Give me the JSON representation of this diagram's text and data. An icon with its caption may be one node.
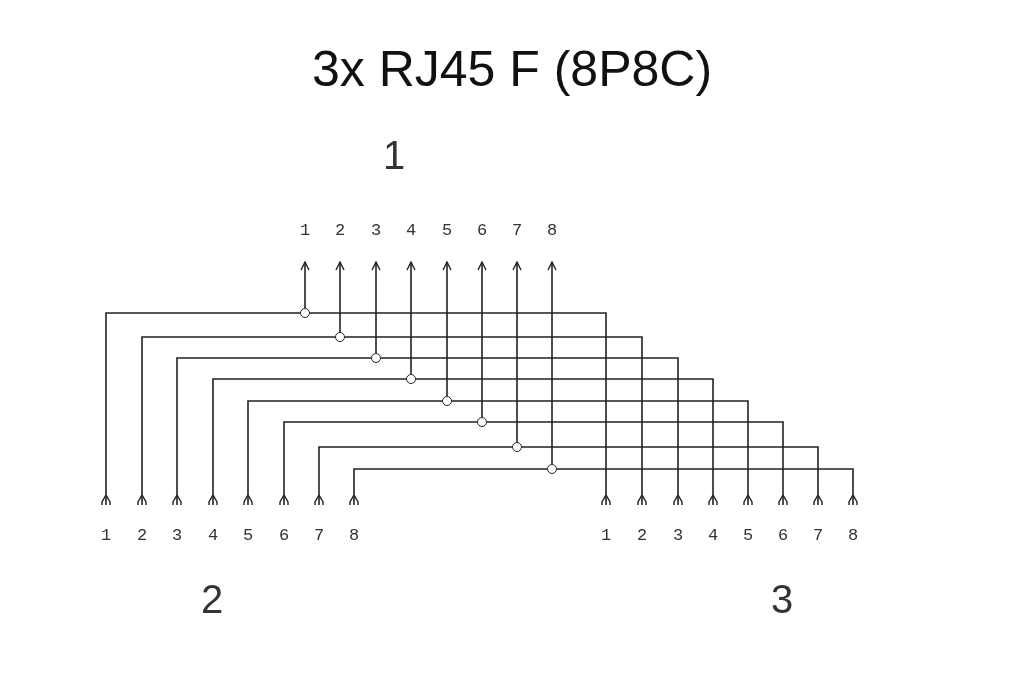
{
  "diagram": {
    "title": "3x RJ45 F (8P8C)",
    "nodes": [
      {
        "text": [
          "1"
        ]
      },
      {
        "text": [
          "2"
        ]
      },
      {
        "text": [
          "3"
        ]
      },
      {
        "text": [
          "4"
        ]
      },
      {
        "text": [
          "5"
        ]
      },
      {
        "text": [
          "6"
        ]
      },
      {
        "text": [
          "7"
        ]
      },
      {
        "text": [
          "8"
        ]
      },
      {
        "text": [],
        "shape": "circle"
      },
      {
        "text": [],
        "shape": "circle"
      },
      {
        "text": [],
        "shape": "circle"
      },
      {
        "text": [],
        "shape": "circle"
      },
      {
        "text": [],
        "shape": "circle"
      },
      {
        "text": [],
        "shape": "circle"
      },
      {
        "text": [],
        "shape": "circle"
      },
      {
        "text": [],
        "shape": "circle"
      },
      {
        "text": [
          "1"
        ]
      },
      {
        "text": [
          "2"
        ]
      },
      {
        "text": [
          "3"
        ]
      },
      {
        "text": [
          "4"
        ]
      },
      {
        "text": [
          "5"
        ]
      },
      {
        "text": [
          "6"
        ]
      },
      {
        "text": [
          "7"
        ]
      },
      {
        "text": [
          "8"
        ]
      },
      {
        "text": [
          "1"
        ]
      },
      {
        "text": [
          "2"
        ]
      },
      {
        "text": [
          "3"
        ]
      },
      {
        "text": [
          "4"
        ]
      },
      {
        "text": [
          "5"
        ]
      },
      {
        "text": [
          "6"
        ]
      },
      {
        "text": [
          "7"
        ]
      },
      {
        "text": [
          "8"
        ]
      }
    ],
    "edges": [
      {
        "from": 8,
        "to": 0,
        "arrow": "to"
      },
      {
        "from": 8,
        "to": 16,
        "arrow": "other"
      },
      {
        "from": 8,
        "to": 24,
        "arrow": "other"
      },
      {
        "from": 9,
        "to": 1,
        "arrow": "to"
      },
      {
        "from": 9,
        "to": 17,
        "arrow": "other"
      },
      {
        "from": 9,
        "to": 25,
        "arrow": "other"
      },
      {
        "from": 10,
        "to": 2,
        "arrow": "to"
      },
      {
        "from": 10,
        "to": 18,
        "arrow": "other"
      },
      {
        "from": 10,
        "to": 26,
        "arrow": "other"
      },
      {
        "from": 11,
        "to": 3,
        "arrow": "to"
      },
      {
        "from": 11,
        "to": 19,
        "arrow": "other"
      },
      {
        "from": 11,
        "to": 27,
        "arrow": "other"
      },
      {
        "from": 12,
        "to": 4,
        "arrow": "to"
      },
      {
        "from": 12,
        "to": 20,
        "arrow": "other"
      },
      {
        "from": 12,
        "to": 28,
        "arrow": "other"
      },
      {
        "from": 13,
        "to": 5,
        "arrow": "to"
      },
      {
        "from": 13,
        "to": 21,
        "arrow": "other"
      },
      {
        "from": 13,
        "to": 29,
        "arrow": "other"
      },
      {
        "from": 14,
        "to": 6,
        "arrow": "to"
      },
      {
        "from": 14,
        "to": 22,
        "arrow": "other"
      },
      {
        "from": 14,
        "to": 30,
        "arrow": "other"
      },
      {
        "from": 15,
        "to": 7,
        "arrow": "to"
      },
      {
        "from": 15,
        "to": 23,
        "arrow": "other"
      },
      {
        "from": 15,
        "to": 31,
        "arrow": "other"
      }
    ],
    "labels": [
      "1",
      "2",
      "3"
    ]
  }
}
